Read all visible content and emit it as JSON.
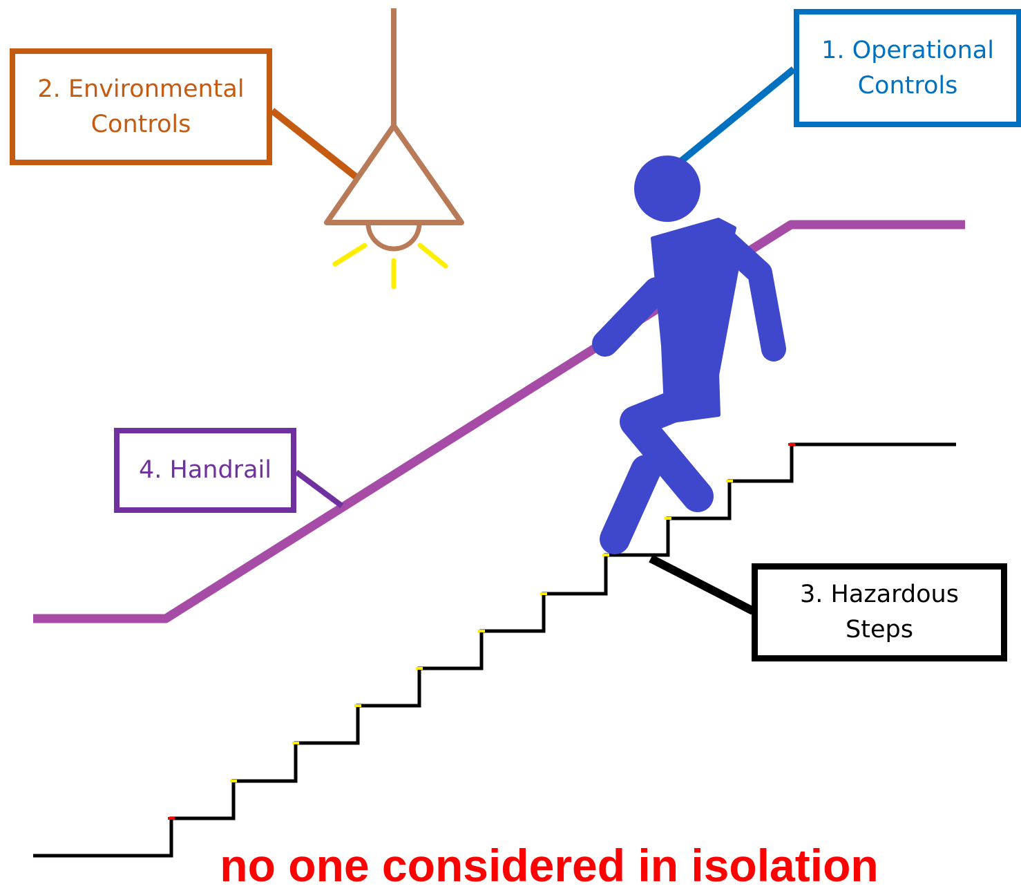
{
  "labels": {
    "operational": {
      "line1": "1. Operational",
      "line2": "Controls",
      "color": "#0070c0"
    },
    "environmental": {
      "line1": "2. Environmental",
      "line2": "Controls",
      "color": "#c55a11"
    },
    "hazardous": {
      "line1": "3. Hazardous",
      "line2": "Steps",
      "color": "#000000"
    },
    "handrail": {
      "line1": "4. Handrail",
      "color": "#7030a0"
    }
  },
  "caption": {
    "text": "no one considered in isolation",
    "color": "#ff0000"
  },
  "colors": {
    "handrail": "#a64ca6",
    "person": "#3f48cc",
    "lamp": "#b97a57",
    "light_rays": "#ffee00",
    "stairs": "#000000",
    "step_edge": "#ffee00",
    "step_edge_red": "#ff0000"
  },
  "icons": [
    "person-figure-icon",
    "ceiling-lamp-icon",
    "staircase-icon",
    "handrail-icon"
  ]
}
